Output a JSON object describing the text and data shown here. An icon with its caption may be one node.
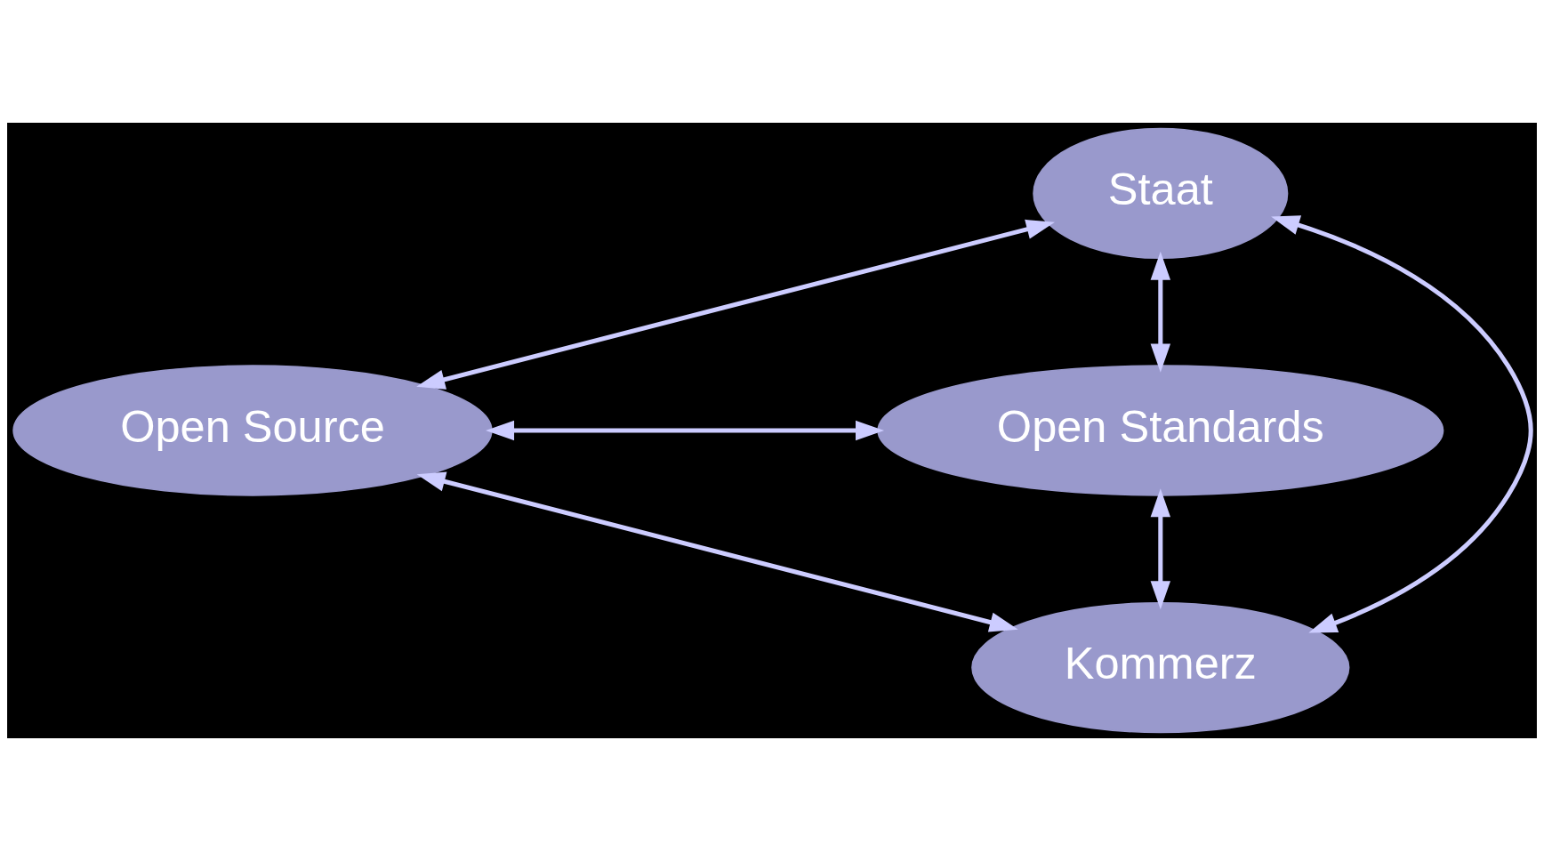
{
  "diagram": {
    "nodes": [
      {
        "text": [
          "Staat"
        ]
      },
      {
        "text": [
          "Open Source"
        ]
      },
      {
        "text": [
          "Open Standards"
        ]
      },
      {
        "text": [
          "Kommerz"
        ]
      }
    ],
    "edges": [
      {
        "from": 0,
        "to": 1,
        "arrow": "both"
      },
      {
        "from": 0,
        "to": 2,
        "arrow": "both"
      },
      {
        "from": 0,
        "to": 3,
        "arrow": "both"
      },
      {
        "from": 1,
        "to": 2,
        "arrow": "both"
      },
      {
        "from": 1,
        "to": 3,
        "arrow": "both"
      },
      {
        "from": 2,
        "to": 3,
        "arrow": "both"
      }
    ]
  }
}
